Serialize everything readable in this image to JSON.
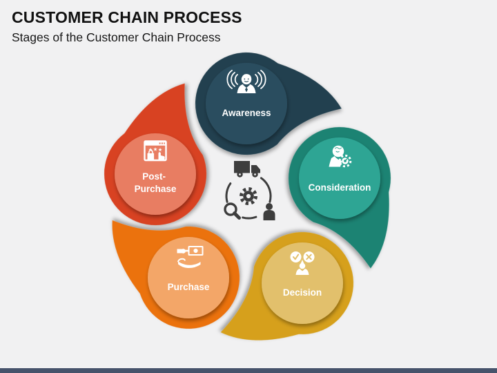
{
  "slide": {
    "title": "CUSTOMER CHAIN PROCESS",
    "subtitle": "Stages of the Customer Chain Process",
    "background_color": "#f1f1f2",
    "footer_bar_color": "#46536b",
    "title_color": "#111111"
  },
  "diagram": {
    "name": "customer-chain-process-cycle",
    "stage_count": 5,
    "hub": {
      "color": "#3d3d3d",
      "icons": [
        "truck-icon",
        "gear-icon",
        "magnifier-icon",
        "customer-icon",
        "cycle-arcs"
      ]
    },
    "stages": [
      {
        "label": "Awareness",
        "icon": "broadcast-person-icon",
        "outer_color": "#20404f",
        "inner_color": "#2b4e5f"
      },
      {
        "label": "Consideration",
        "icon": "thinking-gear-icon",
        "outer_color": "#1f8373",
        "inner_color": "#2ea594"
      },
      {
        "label": "Decision",
        "icon": "choice-person-icon",
        "outer_color": "#d6a01b",
        "inner_color": "#e2c06c"
      },
      {
        "label": "Purchase",
        "icon": "hand-money-icon",
        "outer_color": "#eb720f",
        "inner_color": "#f3a668"
      },
      {
        "label": "Post-Purchase",
        "label_lines": [
          "Post-",
          "Purchase"
        ],
        "icon": "review-window-icon",
        "outer_color": "#d84320",
        "inner_color": "#e87d62"
      }
    ]
  }
}
